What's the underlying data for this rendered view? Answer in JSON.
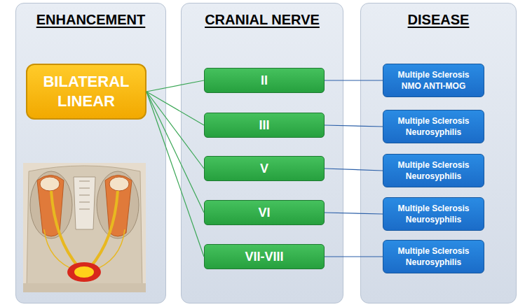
{
  "diagram": {
    "nodes": [
      {
        "text": [
          "ENHANCEMENT"
        ]
      },
      {
        "text": [
          "BILATERAL LINEAR"
        ],
        "in": 0
      },
      {
        "text": [
          "CRANIAL NERVE"
        ]
      },
      {
        "text": [
          "II"
        ],
        "in": 2
      },
      {
        "text": [
          "III"
        ],
        "in": 2
      },
      {
        "text": [
          "V"
        ],
        "in": 2
      },
      {
        "text": [
          "VI"
        ],
        "in": 2
      },
      {
        "text": [
          "VII-VIII"
        ],
        "in": 2
      },
      {
        "text": [
          "DISEASE"
        ]
      },
      {
        "text": [
          "Multiple Sclerosis NMO ANTI-MOG"
        ],
        "in": 8
      },
      {
        "text": [
          "Multiple Sclerosis Neurosyphilis"
        ],
        "in": 8
      },
      {
        "text": [
          "Multiple Sclerosis Neurosyphilis"
        ],
        "in": 8
      },
      {
        "text": [
          "Multiple Sclerosis Neurosyphilis"
        ],
        "in": 8
      },
      {
        "text": [
          "Multiple Sclerosis Neurosyphilis"
        ],
        "in": 8
      }
    ],
    "edges": [
      {
        "from": 1,
        "to": 3,
        "arrow": "none"
      },
      {
        "from": 1,
        "to": 4,
        "arrow": "none"
      },
      {
        "from": 1,
        "to": 5,
        "arrow": "none"
      },
      {
        "from": 1,
        "to": 6,
        "arrow": "none"
      },
      {
        "from": 1,
        "to": 7,
        "arrow": "none"
      },
      {
        "from": 3,
        "to": 9,
        "arrow": "none"
      },
      {
        "from": 4,
        "to": 10,
        "arrow": "none"
      },
      {
        "from": 5,
        "to": 11,
        "arrow": "none"
      },
      {
        "from": 6,
        "to": 12,
        "arrow": "none"
      },
      {
        "from": 7,
        "to": 13,
        "arrow": "none"
      }
    ]
  }
}
